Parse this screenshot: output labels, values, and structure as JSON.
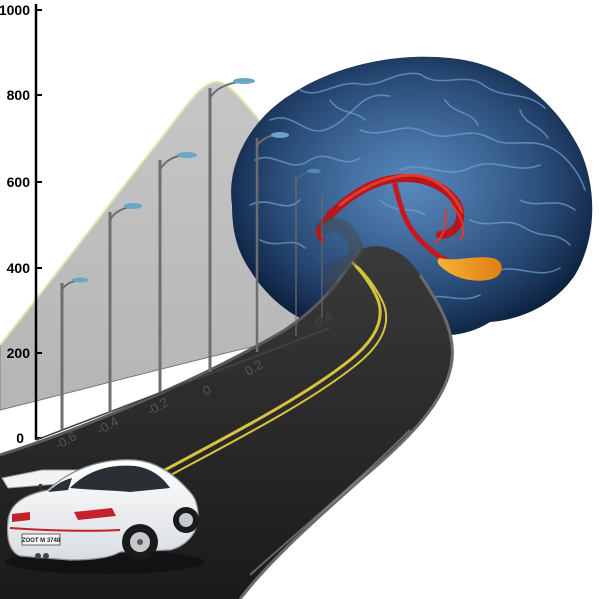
{
  "chart": {
    "y_ticks": [
      "1000",
      "800",
      "600",
      "400",
      "200",
      "0"
    ],
    "x_ticks": [
      "-0.6",
      "-0.4",
      "-0.2",
      "0",
      "0.2",
      "0.4"
    ]
  },
  "car": {
    "license_plate": "ZOOT M 3748"
  },
  "colors": {
    "brain_base": "#1a3a66",
    "brain_highlight": "#5f93c8",
    "amygdala_pathway": "#c8181d",
    "hippocampus": "#f19b1c",
    "road": "#2b2b2b",
    "center_line": "#d7c23e",
    "hill_fill": "#bdbdbd",
    "car_body": "#f4f4f4",
    "car_stripe": "#c4212a"
  },
  "icons": {
    "street_lamp": "street-lamp-icon",
    "car": "sports-car-icon",
    "brain": "brain-icon"
  }
}
